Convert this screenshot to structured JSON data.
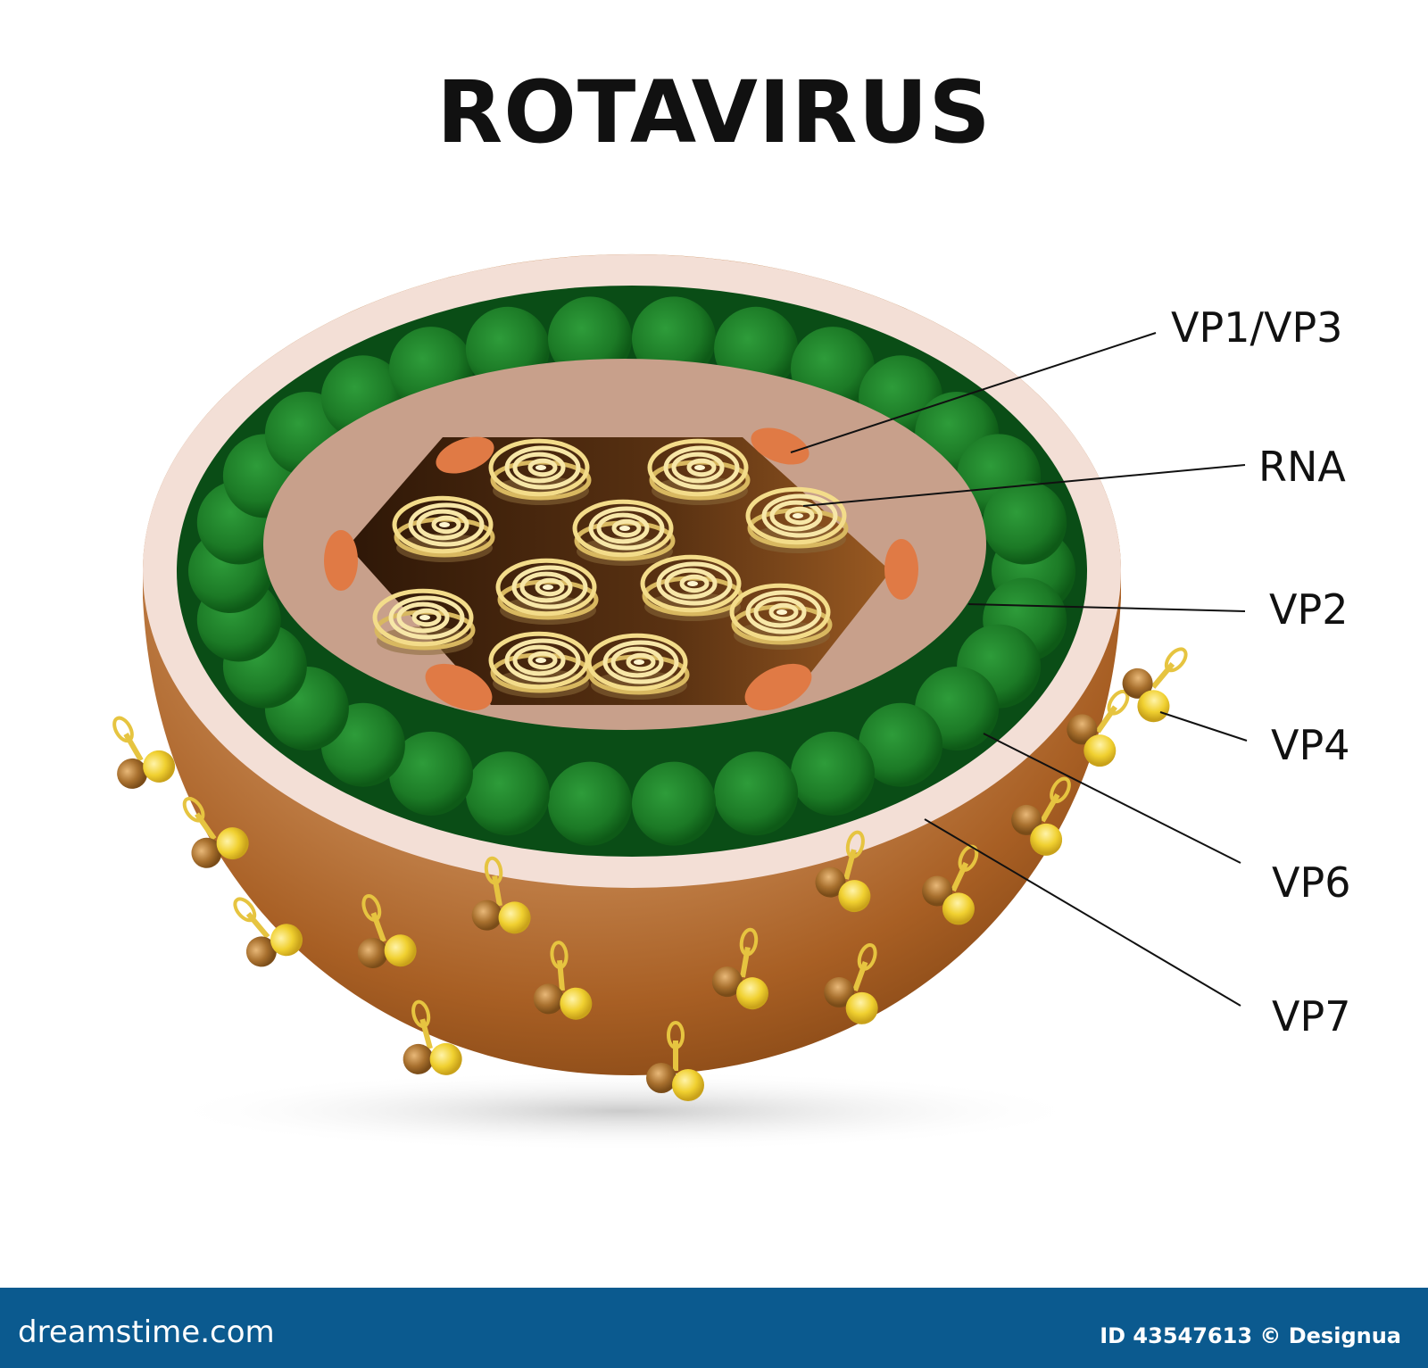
{
  "title": "ROTAVIRUS",
  "labels": {
    "vp1_vp3": "VP1/VP3",
    "rna": "RNA",
    "vp2": "VP2",
    "vp4": "VP4",
    "vp6": "VP6",
    "vp7": "VP7"
  },
  "footer": {
    "site": "dreamstime.com",
    "credit": "ID 43547613 © Designua"
  },
  "colors": {
    "outer_shell": "#a0581f",
    "rim": "#f3dfd6",
    "vp6_layer": "#0a4d16",
    "vp6_beads": "#1f8a2b",
    "vp2_layer": "#c8a08b",
    "core": "#4a2a10",
    "rna_coils": "#f3dc8a",
    "vp1_vp3_enzymes": "#e07a45",
    "vp4_spikes": "#f3d23a",
    "footer_band": "#0b5a8f"
  }
}
